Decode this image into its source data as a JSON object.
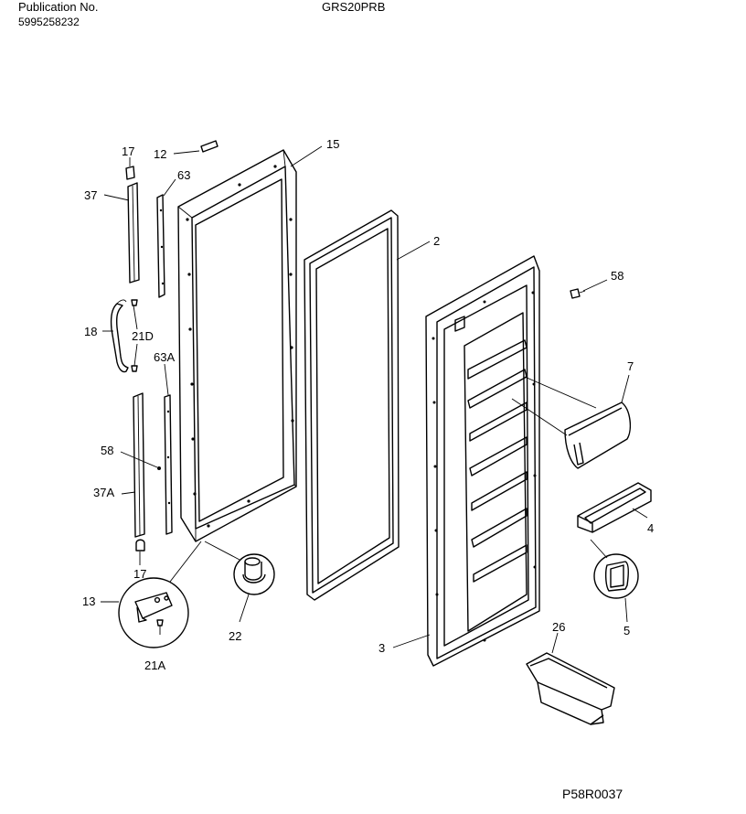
{
  "header": {
    "publication_label": "Publication No.",
    "publication_number": "5995258232",
    "model": "GRS20PRB"
  },
  "diagram_code": "P58R0037",
  "callouts": {
    "c17_top": "17",
    "c12": "12",
    "c15": "15",
    "c63": "63",
    "c37": "37",
    "c2": "2",
    "c58_right": "58",
    "c18": "18",
    "c21D": "21D",
    "c63A": "63A",
    "c7": "7",
    "c58_left": "58",
    "c37A": "37A",
    "c4": "4",
    "c17_bot": "17",
    "c13": "13",
    "c22": "22",
    "c5": "5",
    "c26": "26",
    "c3": "3",
    "c21A": "21A"
  }
}
